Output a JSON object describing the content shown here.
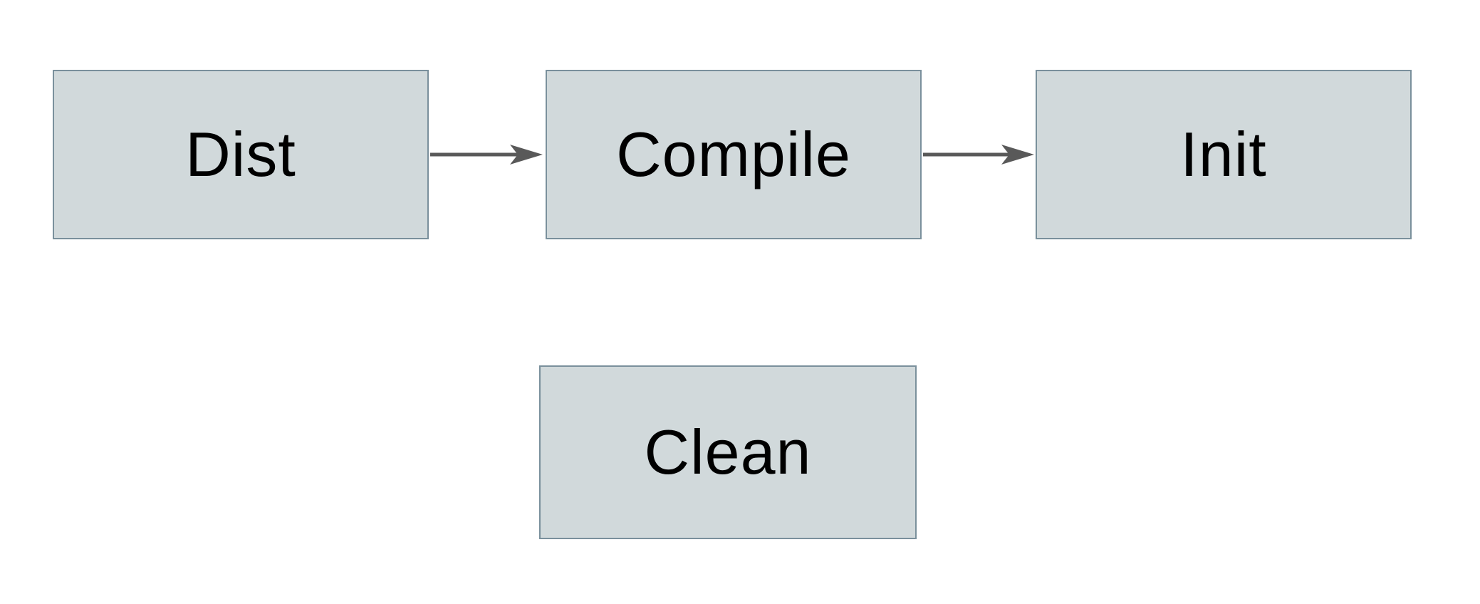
{
  "diagram": {
    "type": "flowchart",
    "nodes": [
      {
        "id": "dist",
        "label": "Dist"
      },
      {
        "id": "compile",
        "label": "Compile"
      },
      {
        "id": "init",
        "label": "Init"
      },
      {
        "id": "clean",
        "label": "Clean"
      }
    ],
    "edges": [
      {
        "from": "dist",
        "to": "compile",
        "style": "arrow-right"
      },
      {
        "from": "compile",
        "to": "init",
        "style": "arrow-right"
      }
    ]
  },
  "colors": {
    "node_fill": "#d1d9db",
    "node_border": "#7a909c",
    "arrow": "#595959",
    "label_text": "#000000",
    "background": "#ffffff"
  }
}
